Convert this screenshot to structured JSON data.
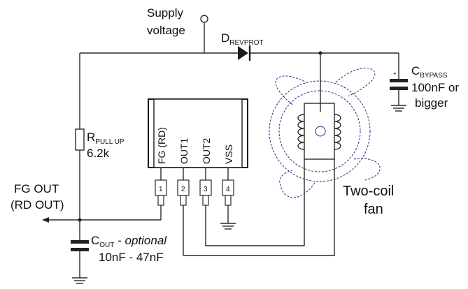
{
  "supply": {
    "line1": "Supply",
    "line2": "voltage"
  },
  "diode": {
    "name": "D",
    "sub": "REVPROT"
  },
  "cbypass": {
    "name": "C",
    "sub": "BYPASS",
    "value_line1": "100nF or",
    "value_line2": "bigger",
    "polarity": "+"
  },
  "rpull": {
    "name": "R",
    "sub": "PULL UP",
    "value": "6.2k"
  },
  "fgout": {
    "line1": "FG OUT",
    "line2": "(RD OUT)"
  },
  "cout": {
    "name": "C",
    "sub": "OUT",
    "suffix": " - ",
    "optional": "optional",
    "value": "10nF - 47nF"
  },
  "ic": {
    "pins": [
      {
        "label": "FG (RD)",
        "number": "1"
      },
      {
        "label": "OUT1",
        "number": "2"
      },
      {
        "label": "OUT2",
        "number": "3"
      },
      {
        "label": "VSS",
        "number": "4"
      }
    ]
  },
  "fan": {
    "line1": "Two-coil",
    "line2": "fan"
  },
  "colors": {
    "wire": "#2a2a2a",
    "fan_outline": "#2b2b8c"
  }
}
